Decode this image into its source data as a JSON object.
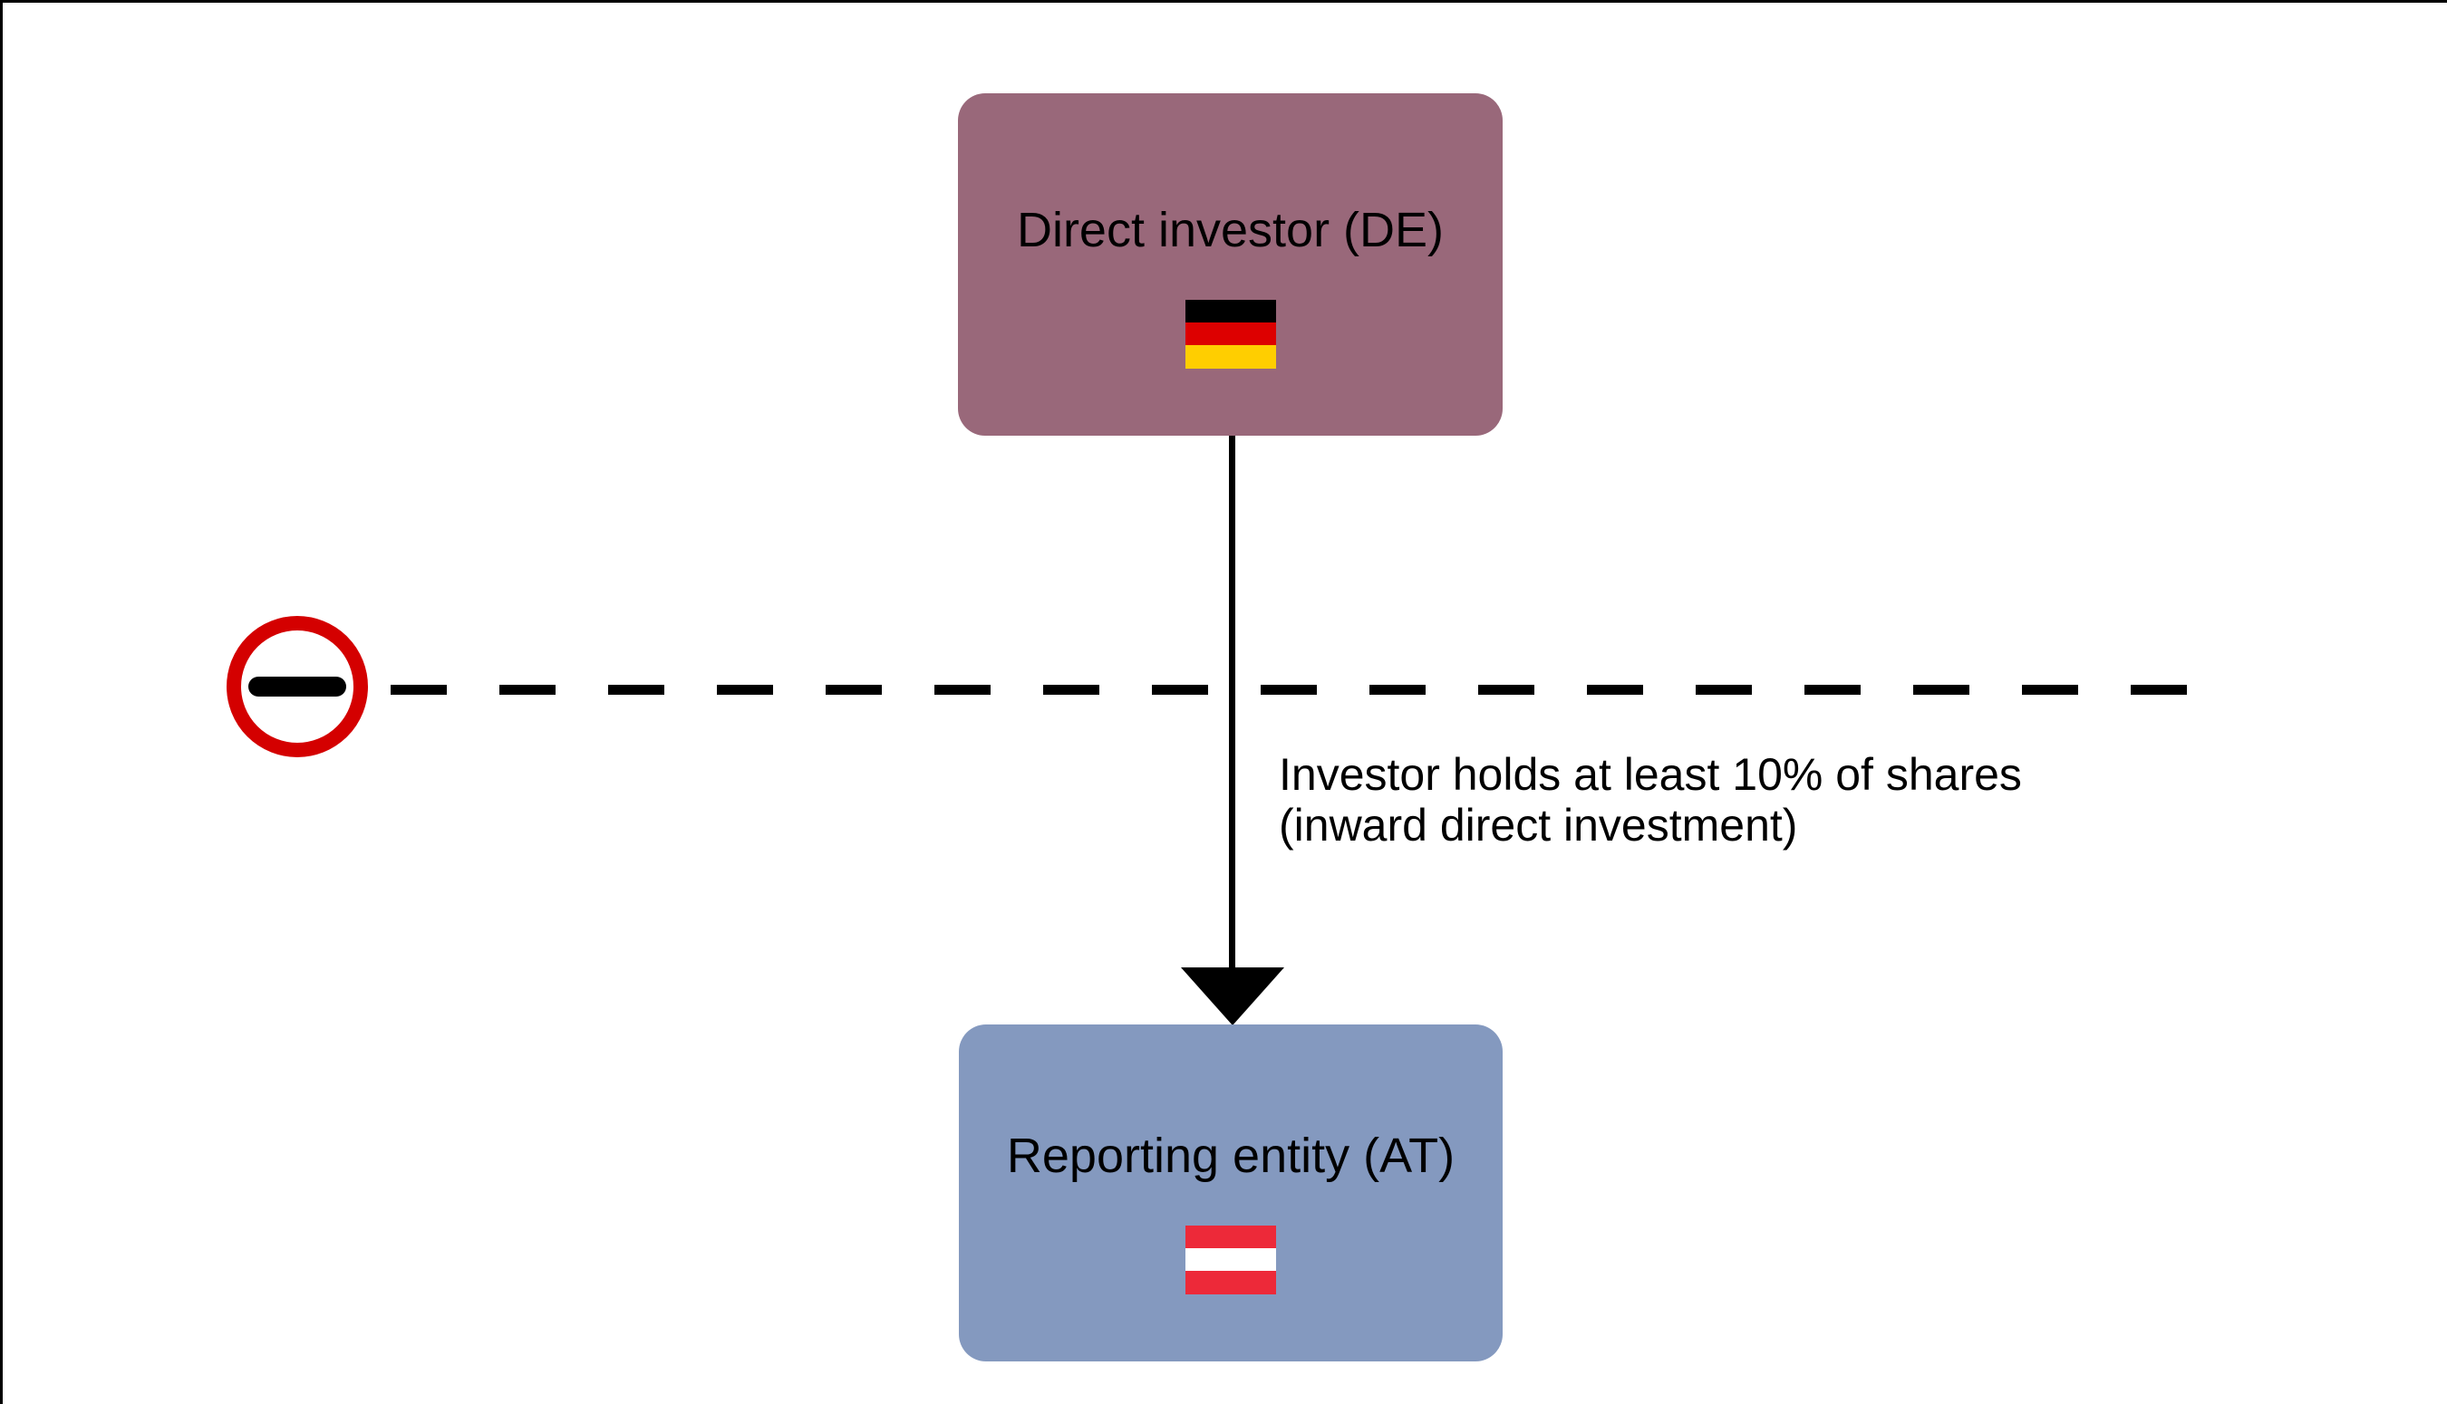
{
  "diagram": {
    "title": "Inward direct investment relationship",
    "background_color": "#ffffff",
    "nodes": [
      {
        "id": "direct-investor",
        "label": "Direct investor (DE)",
        "country_code": "DE",
        "country_name": "Germany",
        "fill_color": "#99687a",
        "flag_colors": [
          "#000000",
          "#dd0000",
          "#ffce00"
        ]
      },
      {
        "id": "reporting-entity",
        "label": "Reporting entity (AT)",
        "country_code": "AT",
        "country_name": "Austria",
        "fill_color": "#8499bf",
        "flag_colors": [
          "#ed2939",
          "#ffffff",
          "#ed2939"
        ]
      }
    ],
    "edge": {
      "from": "direct-investor",
      "to": "reporting-entity",
      "direction": "downward",
      "color": "#000000",
      "annotation_line_1": "Investor holds at least 10% of shares",
      "annotation_line_2": "(inward direct investment)"
    },
    "border_separator": {
      "style": "dashed",
      "color": "#000000",
      "icon": "no-entry-icon",
      "icon_ring_color": "#d40000",
      "icon_bar_color": "#000000"
    }
  }
}
